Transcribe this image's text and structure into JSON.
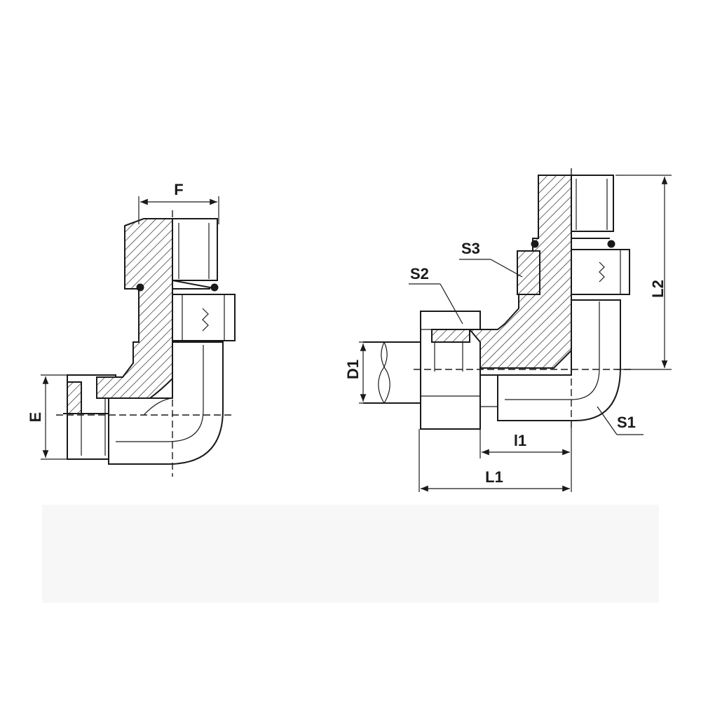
{
  "labels": {
    "F": "F",
    "E": "E",
    "S1": "S1",
    "S2": "S2",
    "S3": "S3",
    "D1": "D1",
    "L1": "L1",
    "L2": "L2",
    "l1": "l1"
  },
  "colors": {
    "line": "#1a1a1a",
    "background": "#ffffff"
  }
}
